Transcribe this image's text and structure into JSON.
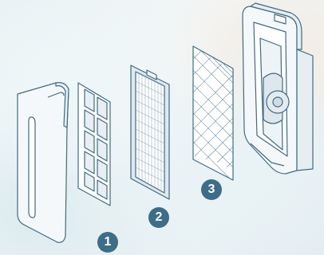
{
  "badges": {
    "one": "1",
    "two": "2",
    "three": "3"
  },
  "colors": {
    "outline": "#3f6b85",
    "panel": "#f5f8fa",
    "badge": "#3d6d87",
    "badge_text": "#ffffff"
  }
}
